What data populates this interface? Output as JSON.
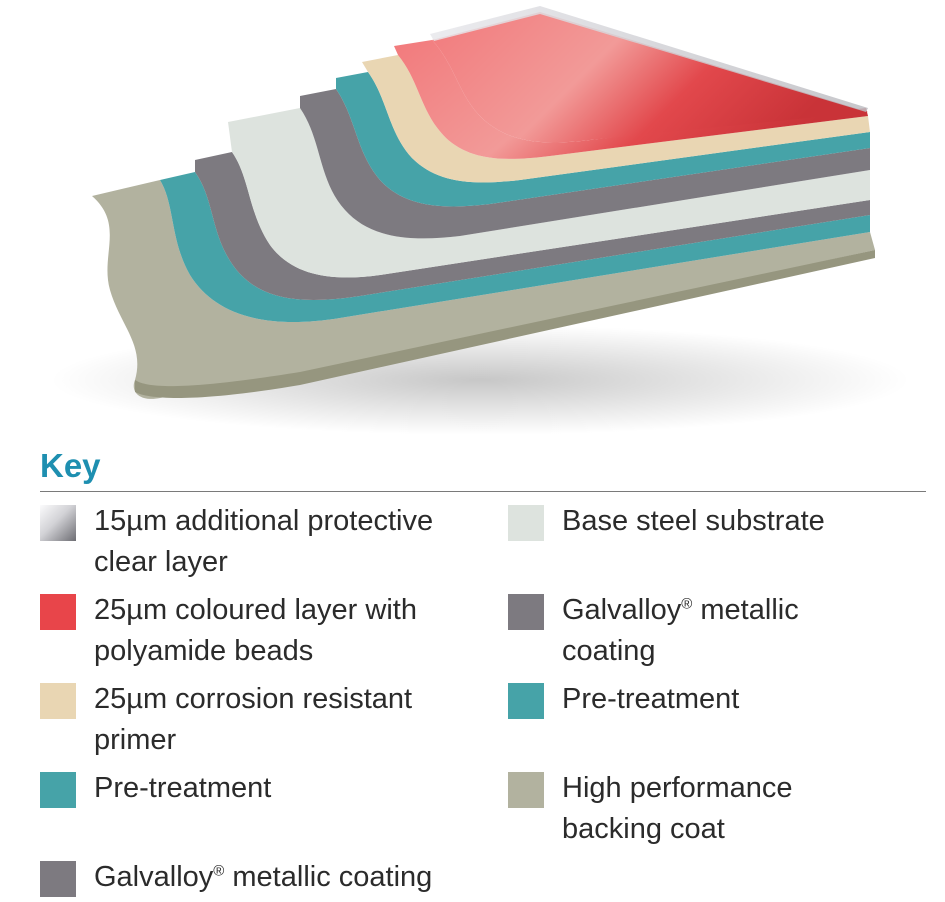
{
  "key": {
    "title": "Key",
    "items": [
      {
        "label": "15µm additional protective\nclear layer",
        "color": "gradient-grey-white"
      },
      {
        "label": "25µm coloured layer with\npolyamide beads",
        "color": "#e8454a"
      },
      {
        "label": "25µm corrosion resistant\nprimer",
        "color": "#e9d6b3"
      },
      {
        "label": "Pre-treatment",
        "color": "#46a3a8"
      },
      {
        "label": "Galvalloy",
        "suffix": " metallic coating",
        "reg": "®",
        "color": "#7d7a80"
      },
      {
        "label": "Base steel substrate",
        "color": "#dde3de"
      },
      {
        "label": "Galvalloy",
        "suffix": " metallic\ncoating",
        "reg": "®",
        "color": "#7d7a80"
      },
      {
        "label": "Pre-treatment",
        "color": "#46a3a8"
      },
      {
        "label": "High performance\nbacking coat",
        "color": "#b2b29f"
      }
    ]
  },
  "colors": {
    "accent": "#1e8fb0",
    "clear_layer_top": "#f2f2f4",
    "clear_layer_bottom": "#8c8c92",
    "coloured_layer": "#e8454a",
    "primer": "#e9d6b3",
    "pretreatment": "#46a3a8",
    "galvalloy": "#7d7a80",
    "steel": "#dde3de",
    "backing": "#b2b29f"
  }
}
